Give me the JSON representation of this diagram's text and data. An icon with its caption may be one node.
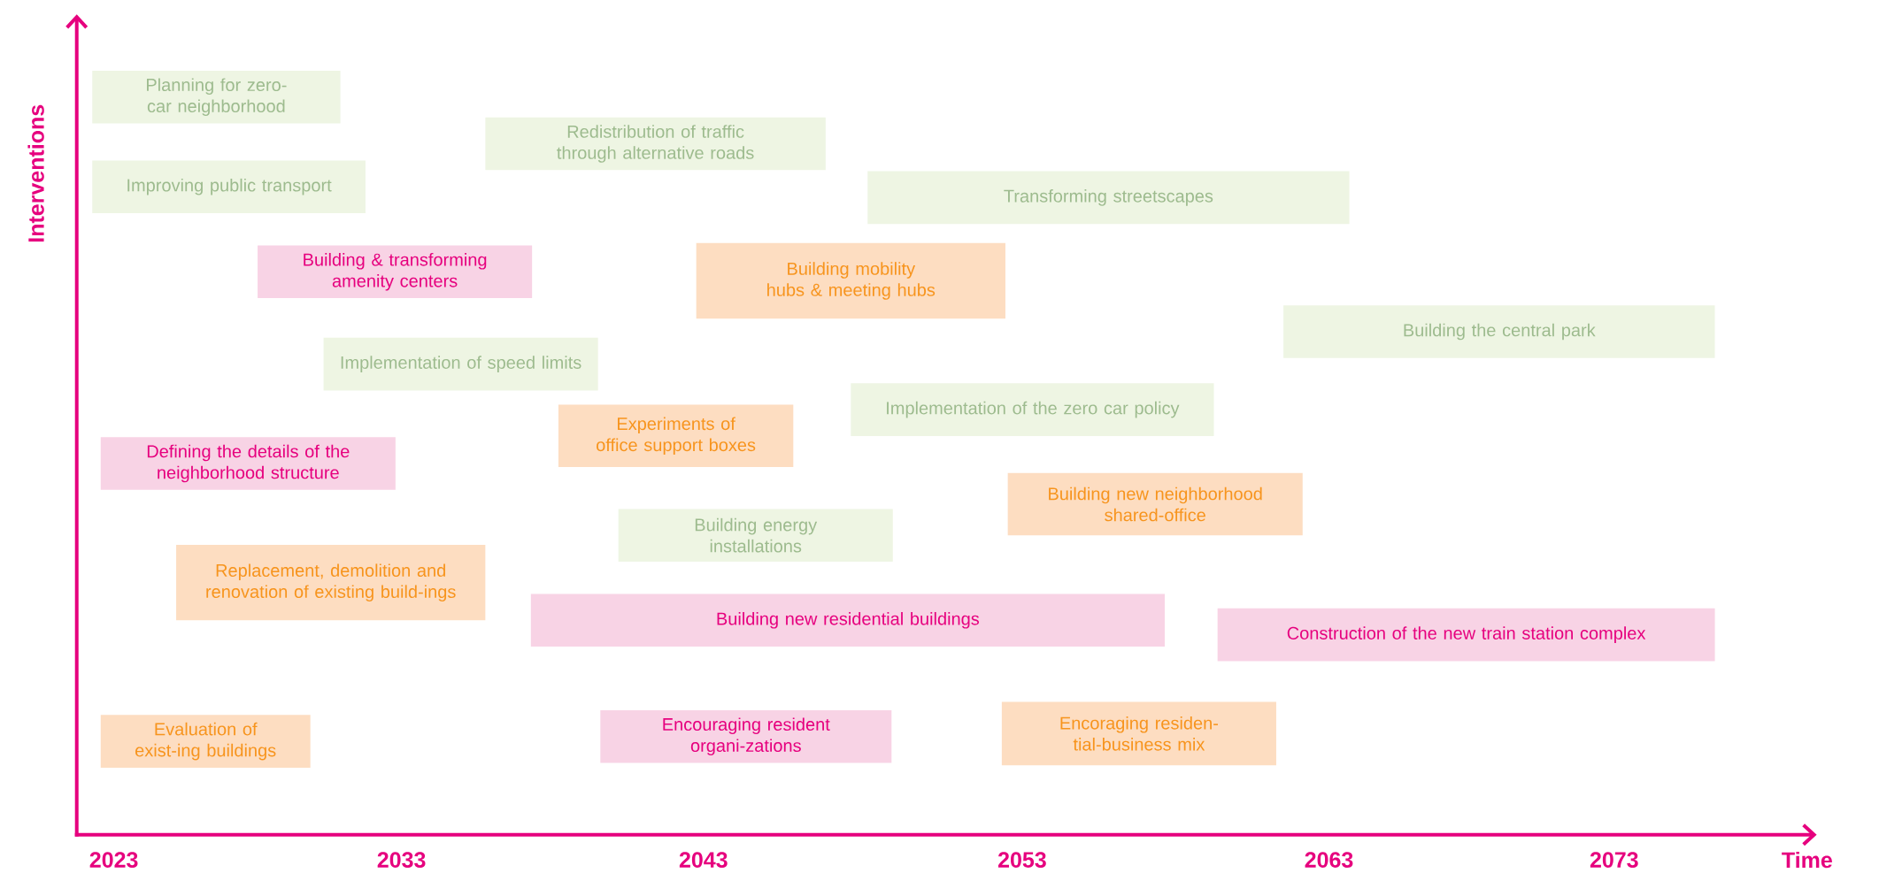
{
  "diagram": {
    "nodes": [
      {
        "text": [
          "Planning for zero-car neighborhood"
        ]
      },
      {
        "text": [
          "Redistribution of traffic through alternative roads"
        ]
      },
      {
        "text": [
          "Improving public transport"
        ]
      },
      {
        "text": [
          "Transforming streetscapes"
        ]
      },
      {
        "text": [
          "Building & transforming amenity centers"
        ]
      },
      {
        "text": [
          "Building mobility hubs & meeting hubs"
        ]
      },
      {
        "text": [
          "Building the central park"
        ]
      },
      {
        "text": [
          "Implementation of speed limits"
        ]
      },
      {
        "text": [
          "Implementation of the zero car policy"
        ]
      },
      {
        "text": [
          "Experiments of office support boxes"
        ]
      },
      {
        "text": [
          "Defining the details of the neighborhood structure"
        ]
      },
      {
        "text": [
          "Building new neighborhood shared-office"
        ]
      },
      {
        "text": [
          "Building energy installations"
        ]
      },
      {
        "text": [
          "Replacement, demolition and renovation of existing build-ings"
        ]
      },
      {
        "text": [
          "Building new residential buildings"
        ]
      },
      {
        "text": [
          "Construction of the new train station complex"
        ]
      },
      {
        "text": [
          "Evaluation of exist-ing buildings"
        ]
      },
      {
        "text": [
          "Encouraging resident organi-zations"
        ]
      },
      {
        "text": [
          "Encoraging residen-tial-business mix"
        ]
      }
    ],
    "labels": [
      "Interventions",
      "2023",
      "2033",
      "2043",
      "2053",
      "2063",
      "2073",
      "Time"
    ]
  }
}
